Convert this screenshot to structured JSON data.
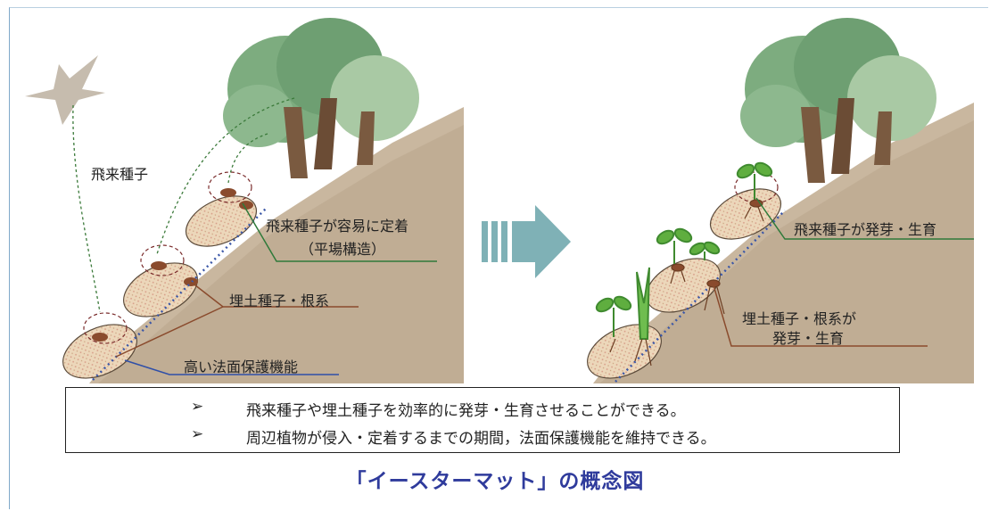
{
  "left_panel": {
    "label_flying_seeds": "飛来種子",
    "label_easy_settle_line1": "飛来種子が容易に定着",
    "label_easy_settle_line2": "（平場構造）",
    "label_buried_seeds": "埋土種子・根系",
    "label_protection": "高い法面保護機能"
  },
  "right_panel": {
    "label_germinate": "飛来種子が発芽・生育",
    "label_buried_line1": "埋土種子・根系が",
    "label_buried_line2": "発芽・生育"
  },
  "summary_box": {
    "bullet_marker": "➢",
    "points": [
      "飛来種子や埋土種子を効率的に発芽・生育させることができる。",
      "周辺植物が侵入・定着するまでの期間，法面保護機能を維持できる。"
    ]
  },
  "caption": "「イースターマット」の概念図",
  "colors": {
    "slope": "#c9b79f",
    "slope_shadow": "#b3a088",
    "tree_foliage": "#7dac7f",
    "tree_foliage_light": "#a9c9a4",
    "trunk": "#7a5a40",
    "mat": "#ecd7ba",
    "arrow": "#7fb1b6",
    "line_green": "#2f7a3a",
    "line_brown": "#8a4b2d",
    "line_blue": "#2f4fa8",
    "caption": "#2f3b9c"
  }
}
